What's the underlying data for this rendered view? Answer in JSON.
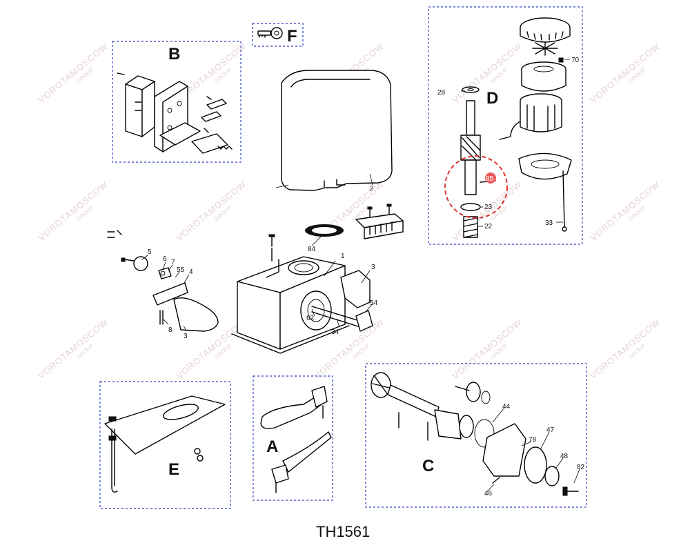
{
  "title": "TH1561",
  "sections": {
    "A": "A",
    "B": "B",
    "C": "C",
    "D": "D",
    "E": "E",
    "F": "F"
  },
  "watermark": {
    "brand": "VOROTAMOSCOW",
    "sub": "GROUP"
  },
  "parts": {
    "p1": "1",
    "p2": "2",
    "p3a": "3",
    "p3b": "3",
    "p4": "4",
    "p5": "5",
    "p6": "6",
    "p7": "7",
    "p8": "8",
    "p22": "22",
    "p23": "23",
    "p28": "28",
    "p33": "33",
    "p34": "34",
    "p44": "44",
    "p46": "46",
    "p47": "47",
    "p48": "48",
    "p54": "54",
    "p55": "55",
    "p62": "62",
    "p70": "70",
    "p78": "78",
    "p82": "82",
    "p84": "84"
  },
  "highlight": {
    "part": "85",
    "color": "#e03030"
  }
}
